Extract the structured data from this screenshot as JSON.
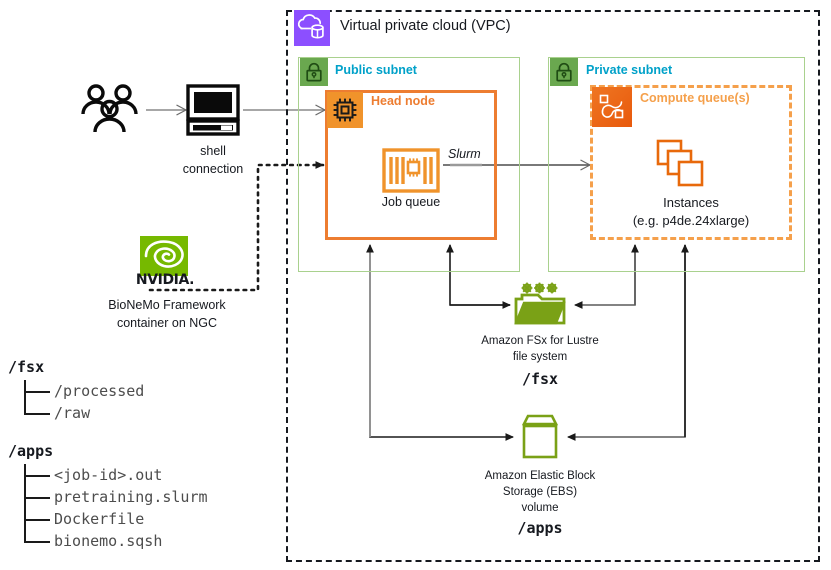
{
  "diagram": {
    "vpc": {
      "title": "Virtual private cloud (VPC)",
      "icon": "vpc-cloud-icon",
      "border_color": "#16191f",
      "icon_color": "#8c4fff"
    },
    "public_subnet": {
      "label": "Public subnet",
      "icon": "lock-icon",
      "border_color": "#a9d18e",
      "icon_bg": "#6aa84f",
      "label_color": "#00a1c9"
    },
    "private_subnet": {
      "label": "Private subnet",
      "icon": "lock-icon",
      "border_color": "#a9d18e",
      "icon_bg": "#6aa84f",
      "label_color": "#00a1c9"
    },
    "head_node": {
      "label": "Head node",
      "icon": "cpu-chip-icon",
      "border_color": "#ed7d31",
      "icon_bg": "#f0932b",
      "job_queue_label": "Job queue",
      "job_queue_icon": "job-queue-icon",
      "slurm_label": "Slurm"
    },
    "compute_queue": {
      "label": "Compute queue(s)",
      "icon": "compute-queue-icon",
      "border_color": "#f5a04b",
      "instances_label_line1": "Instances",
      "instances_label_line2": "(e.g. p4de.24xlarge)",
      "instances_icon": "ec2-instances-icon"
    },
    "fsx": {
      "label_line1": "Amazon FSx for Lustre",
      "label_line2": "file system",
      "path": "/fsx",
      "icon": "fsx-lustre-folder-icon",
      "icon_color": "#7aa116"
    },
    "ebs": {
      "label_line1": "Amazon Elastic Block",
      "label_line2": "Storage (EBS)",
      "label_line3": "volume",
      "path": "/apps",
      "icon": "ebs-volume-icon",
      "icon_color": "#7aa116"
    },
    "users": {
      "icon": "users-group-icon"
    },
    "terminal": {
      "icon": "computer-monitor-icon",
      "label_line1": "shell",
      "label_line2": "connection"
    },
    "nvidia": {
      "icon": "nvidia-eye-logo-icon",
      "wordmark": "NVIDIA.",
      "label_line1": "BioNeMo Framework",
      "label_line2": "container on NGC",
      "brand_color": "#76b900"
    },
    "file_trees": [
      {
        "root": "/fsx",
        "children": [
          "/processed",
          "/raw"
        ]
      },
      {
        "root": "/apps",
        "children": [
          "<job-id>.out",
          "pretraining.slurm",
          "Dockerfile",
          "bionemo.sqsh"
        ]
      }
    ]
  }
}
